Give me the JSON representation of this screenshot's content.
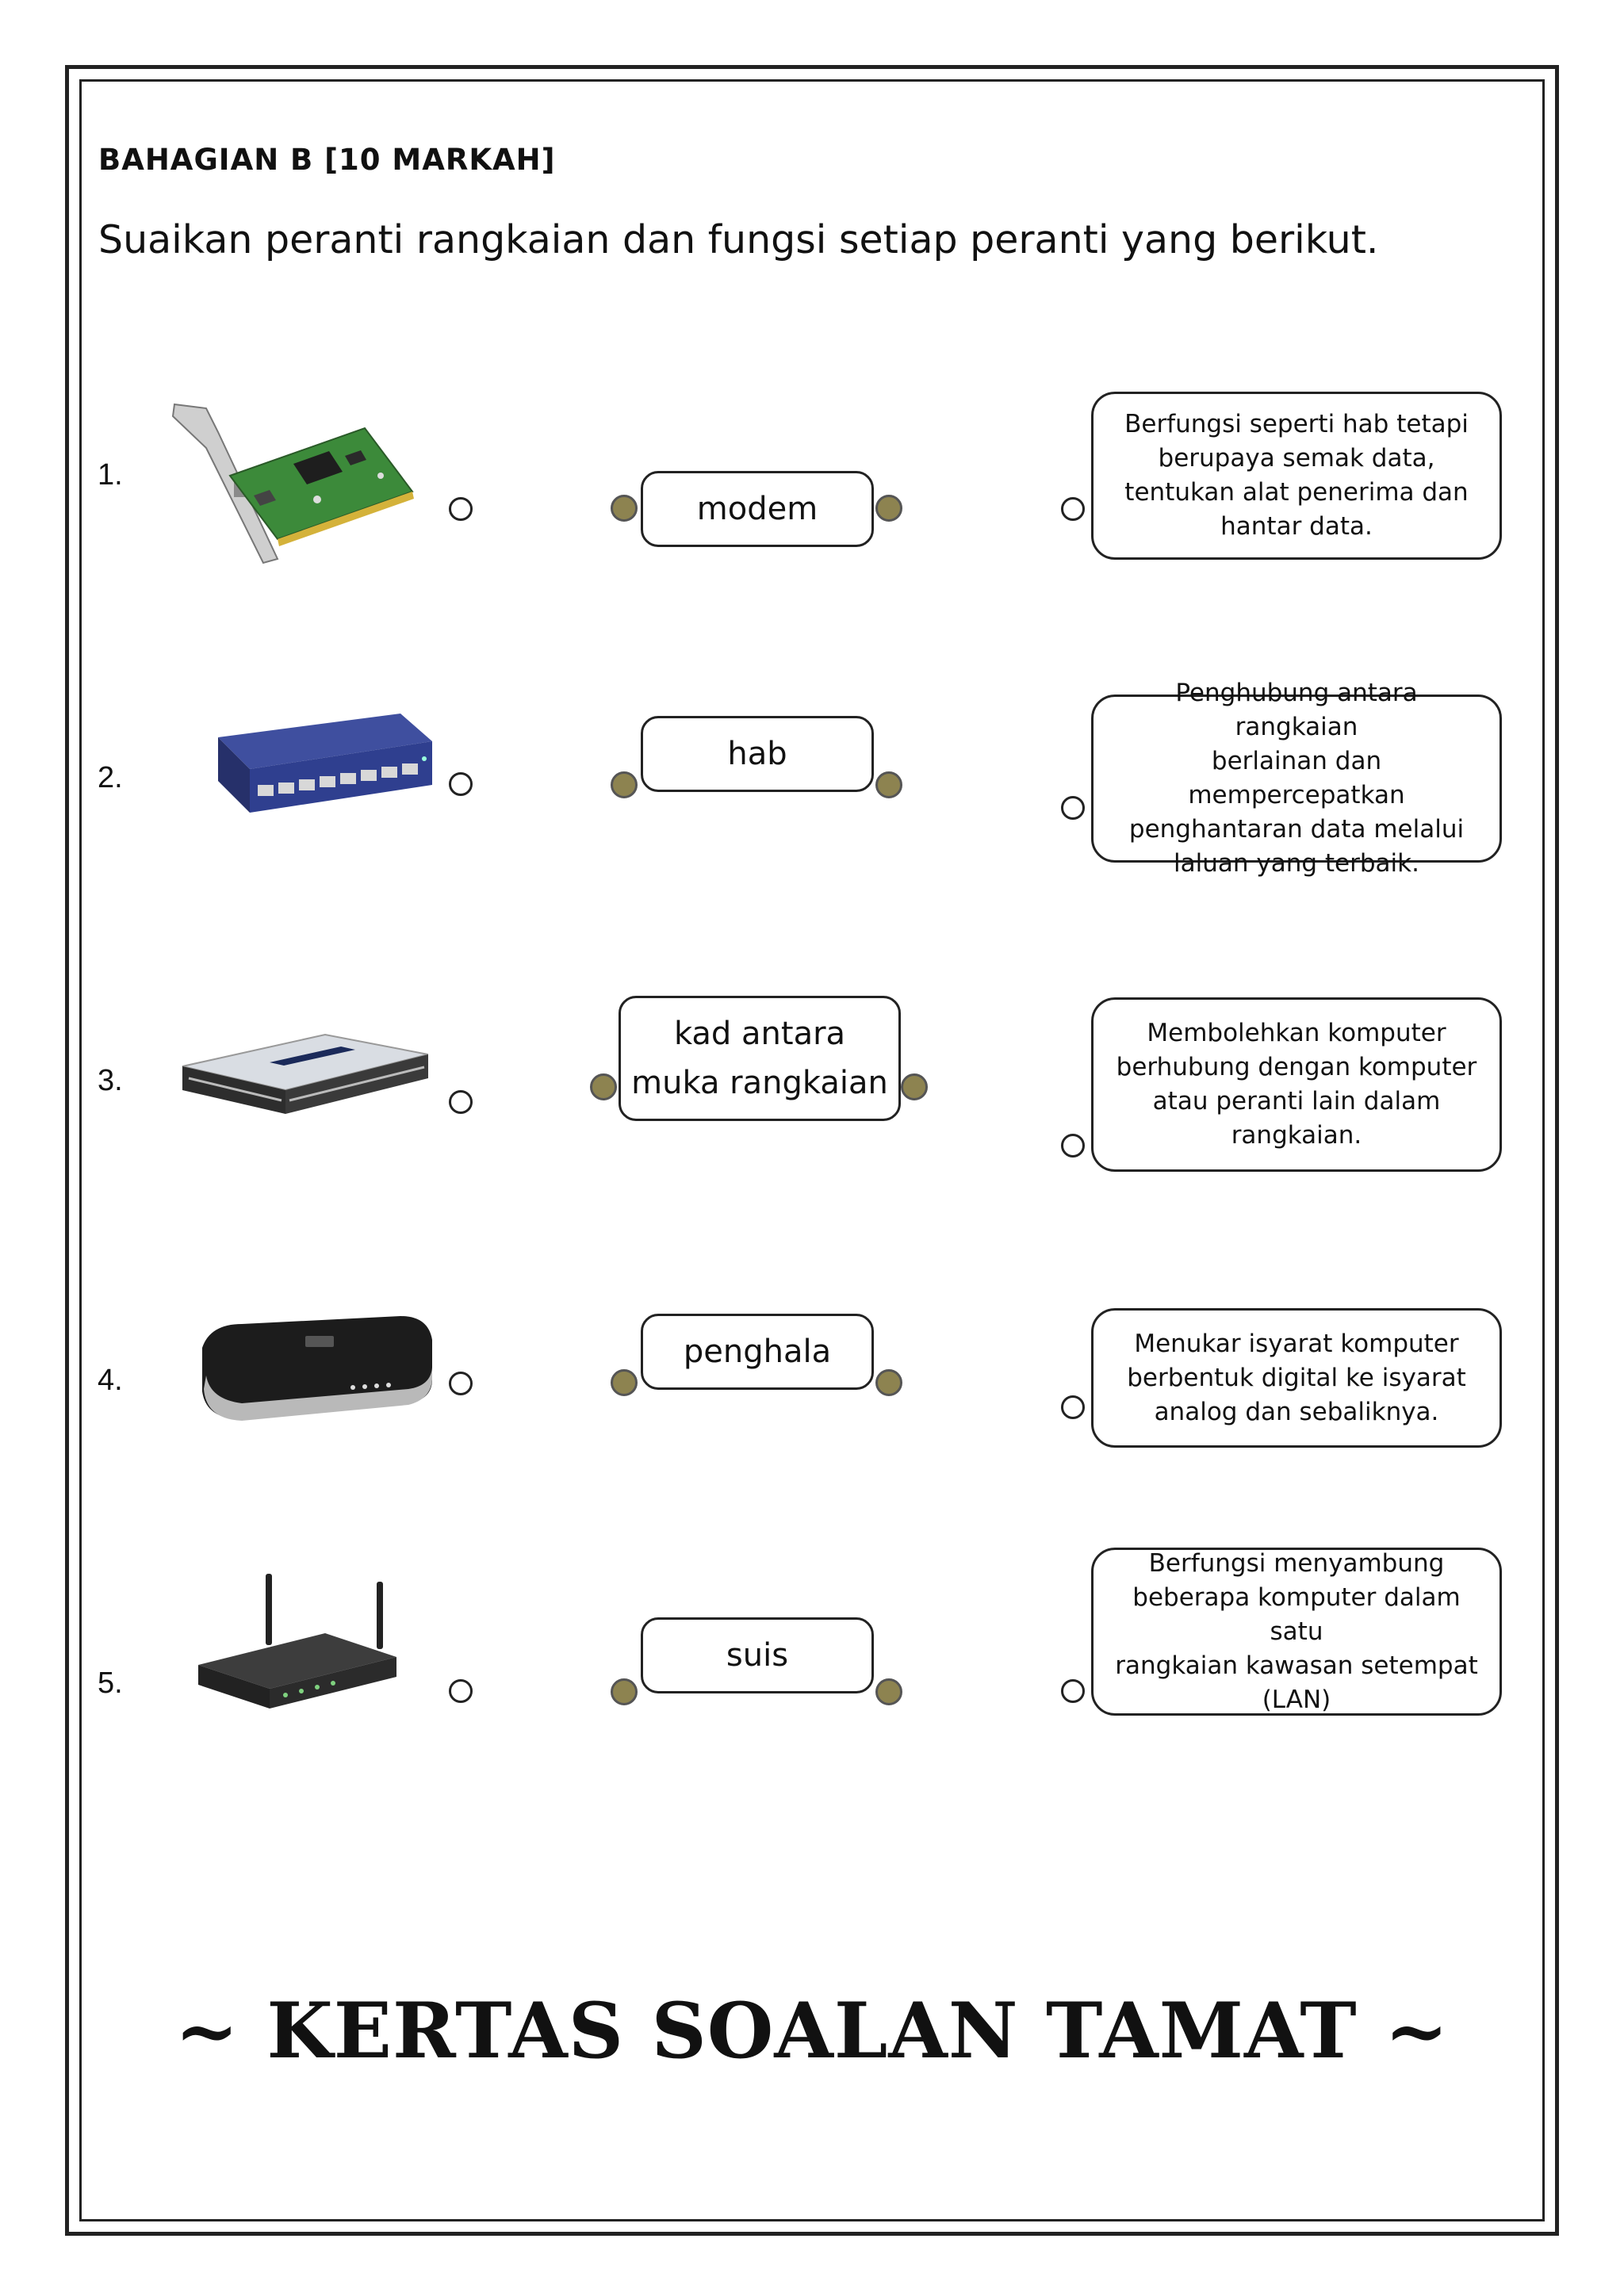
{
  "section_title": "BAHAGIAN B [10 MARKAH]",
  "instruction": "Suaikan peranti rangkaian dan fungsi setiap  peranti yang berikut.",
  "row_numbers": [
    "1.",
    "2.",
    "3.",
    "4.",
    "5."
  ],
  "devices": [
    {
      "icon": "network-interface-card-image"
    },
    {
      "icon": "blue-network-switch-image"
    },
    {
      "icon": "rack-switch-image"
    },
    {
      "icon": "black-router-image"
    },
    {
      "icon": "wireless-router-image"
    }
  ],
  "terms": [
    "modem",
    "hab",
    "kad antara\nmuka rangkaian",
    "penghala",
    "suis"
  ],
  "definitions": [
    "Berfungsi seperti hab tetapi\nberupaya semak data,\ntentukan alat penerima dan\nhantar data.",
    "Penghubung  antara rangkaian\nberlainan dan mempercepatkan\npenghantaran  data melalui\nlaluan yang terbaik.",
    "Membolehkan  komputer\nberhubung  dengan komputer\natau peranti lain dalam\nrangkaian.",
    "Menukar  isyarat komputer\nberbentuk  digital ke isyarat\nanalog dan sebaliknya.",
    "Berfungsi menyambung\nbeberapa  komputer  dalam satu\nrangkaian kawasan setempat\n(LAN)"
  ],
  "closing": "~ KERTAS SOALAN TAMAT ~",
  "colors": {
    "dot_fill": "#8d8350",
    "frame": "#222222",
    "switch_blue": "#2f3f8f"
  }
}
